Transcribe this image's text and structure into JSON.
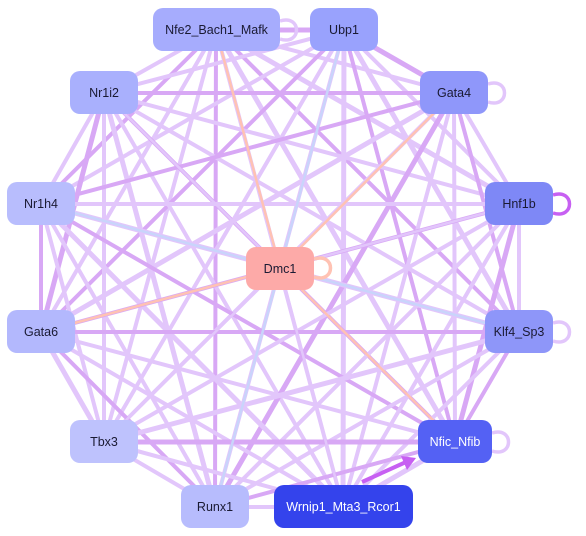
{
  "graph": {
    "colors": {
      "edge_lilac": "#e2c6fb",
      "edge_purple": "#d8a8f5",
      "edge_salmon": "#ffc2b3",
      "edge_blue": "#c9d4fb",
      "edge_violet": "#c760f2"
    },
    "nodes": [
      {
        "id": "nfe2",
        "label": "Nfe2_Bach1_Mafk",
        "fill": "#a6acfd",
        "text": "#1a1a33"
      },
      {
        "id": "ubp1",
        "label": "Ubp1",
        "fill": "#99a2fd",
        "text": "#1a1a33"
      },
      {
        "id": "nr1i2",
        "label": "Nr1i2",
        "fill": "#a9b0fd",
        "text": "#1a1a33"
      },
      {
        "id": "gata4",
        "label": "Gata4",
        "fill": "#8f97fa",
        "text": "#1a1a33"
      },
      {
        "id": "nr1h4",
        "label": "Nr1h4",
        "fill": "#b8bdfd",
        "text": "#1a1a33"
      },
      {
        "id": "hnf1b",
        "label": "Hnf1b",
        "fill": "#7e88f6",
        "text": "#1a1a33"
      },
      {
        "id": "dmc1",
        "label": "Dmc1",
        "fill": "#fdaaa8",
        "text": "#1a1a33"
      },
      {
        "id": "gata6",
        "label": "Gata6",
        "fill": "#b3b8fd",
        "text": "#1a1a33"
      },
      {
        "id": "klf4",
        "label": "Klf4_Sp3",
        "fill": "#8e96f9",
        "text": "#1a1a33"
      },
      {
        "id": "tbx3",
        "label": "Tbx3",
        "fill": "#bec2fd",
        "text": "#1a1a33"
      },
      {
        "id": "nfic",
        "label": "Nfic_Nfib",
        "fill": "#5461f4",
        "text": "#ffffff"
      },
      {
        "id": "runx1",
        "label": "Runx1",
        "fill": "#b7bcfd",
        "text": "#1a1a33"
      },
      {
        "id": "wrnip1",
        "label": "Wrnip1_Mta3_Rcor1",
        "fill": "#3443ec",
        "text": "#ffffff"
      }
    ]
  }
}
